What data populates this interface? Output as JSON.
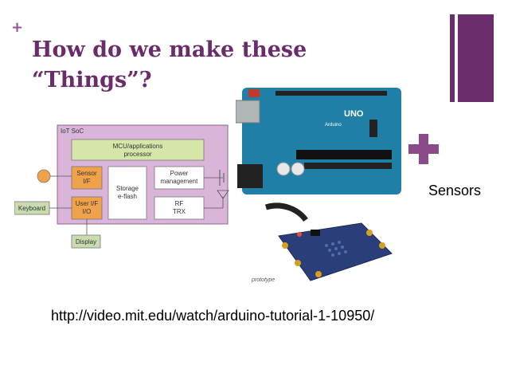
{
  "slide": {
    "corner_plus": "+",
    "title_line1": "How do we make these",
    "title_line2": "“Things”?",
    "sensors_label": "Sensors",
    "url": "http://video.mit.edu/watch/arduino-tutorial-1-10950/",
    "caption": "prototype"
  },
  "diagram": {
    "soc_label": "IoT SoC",
    "mcu_label_1": "MCU/applications",
    "mcu_label_2": "processor",
    "sensor_label_1": "Sensor",
    "sensor_label_2": "I/F",
    "storage_label_1": "Storage",
    "storage_label_2": "e-flash",
    "power_label_1": "Power",
    "power_label_2": "management",
    "user_label_1": "User I/F",
    "user_label_2": "I/O",
    "rf_label_1": "RF",
    "rf_label_2": "TRX",
    "keyboard_label": "Keyboard",
    "display_label": "Display"
  },
  "arduino": {
    "logo_text": "UNO",
    "brand_text": "Arduino"
  },
  "colors": {
    "accent_purple": "#6b2c6b",
    "plus_purple": "#8b4b89",
    "soc_fill": "#d9b6d9",
    "mcu_fill": "#d6e6a8",
    "sensor_fill": "#f0a24a",
    "arduino_blue": "#1f7fa6"
  }
}
